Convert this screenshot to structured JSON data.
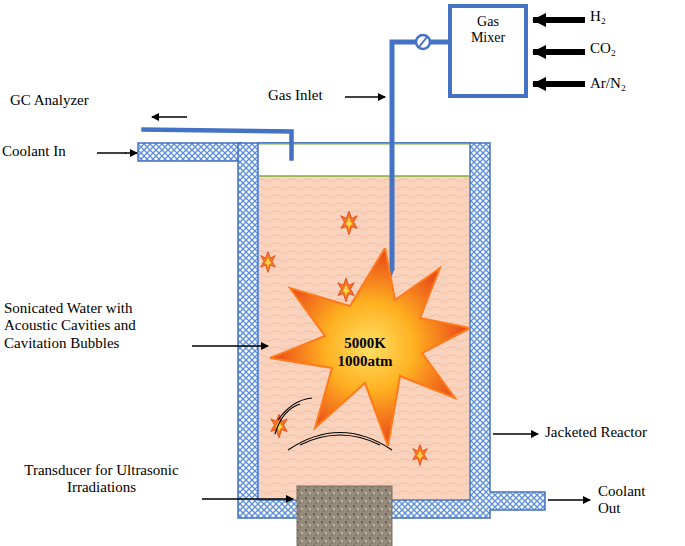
{
  "diagram": {
    "nodes": [
      {
        "text": [
          "Gas Mixer"
        ]
      },
      {
        "text": [
          "5000K 1000atm"
        ]
      }
    ],
    "edges": [
      {
        "from": 0,
        "to": 1,
        "arrow": "none"
      }
    ],
    "labels": [
      "GC Analyzer",
      "Coolant In",
      "Gas Inlet",
      "H₂",
      "CO₂",
      "Ar/N₂",
      "Sonicated Water with Acoustic Cavities and Cavitation Bubbles",
      "Jacketed Reactor",
      "Transducer for Ultrasonic Irradiations",
      "Coolant Out"
    ]
  }
}
